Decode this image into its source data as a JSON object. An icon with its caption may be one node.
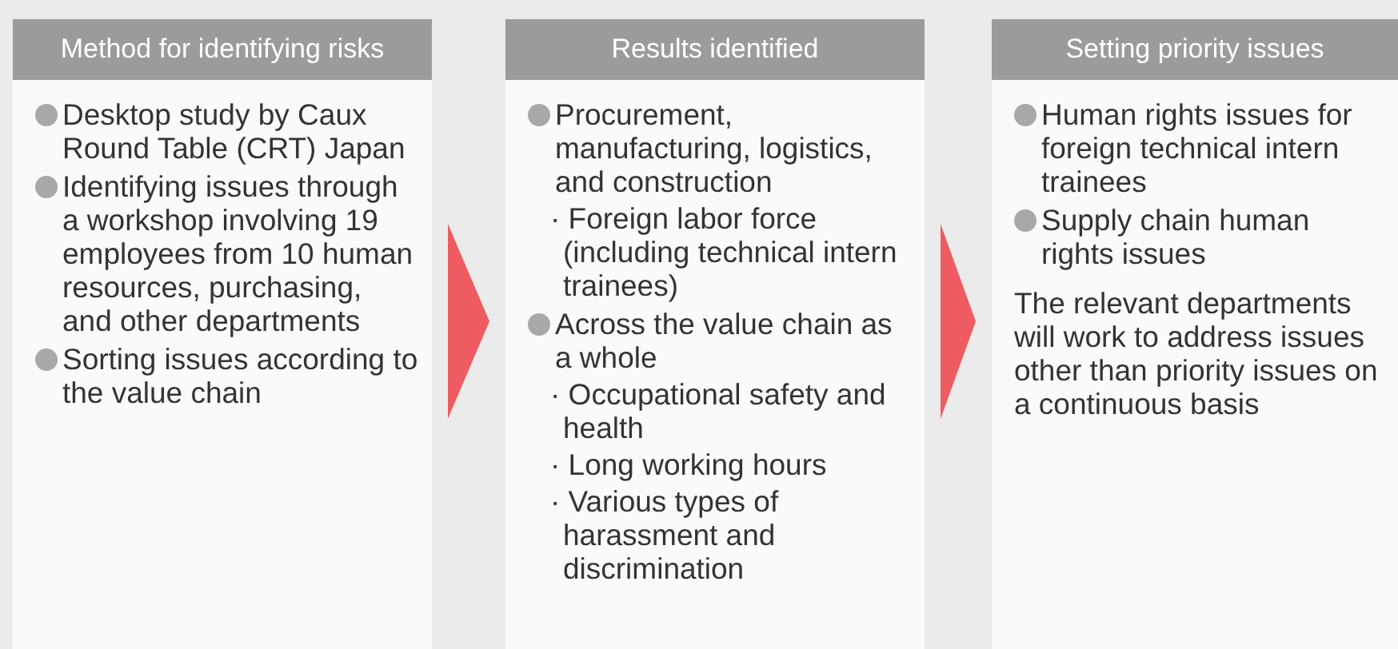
{
  "diagram": {
    "nodes": [
      {
        "text": [
          "Method for identifying risks",
          "Desktop study by Caux Round Table (CRT) Japan",
          "Identifying issues through a workshop involving 19 employees from 10 human resources, purchasing, and other departments",
          "Sorting issues according to the value chain"
        ]
      },
      {
        "text": [
          "Results identified",
          "Procurement, manufacturing, logistics, and construction",
          "· Foreign labor force (including technical intern trainees)",
          "Across the value chain as a whole",
          "· Occupational safety and health",
          "· Long working hours",
          "· Various types of harassment and discrimination"
        ]
      },
      {
        "text": [
          "Setting priority issues",
          "Human rights issues for foreign technical intern trainees",
          "Supply chain human rights issues",
          "The relevant departments will work to address issues other than priority issues on a continuous basis"
        ]
      }
    ],
    "edges": [
      {
        "from": 0,
        "to": 1,
        "arrow": "to"
      },
      {
        "from": 1,
        "to": 2,
        "arrow": "to"
      }
    ]
  }
}
